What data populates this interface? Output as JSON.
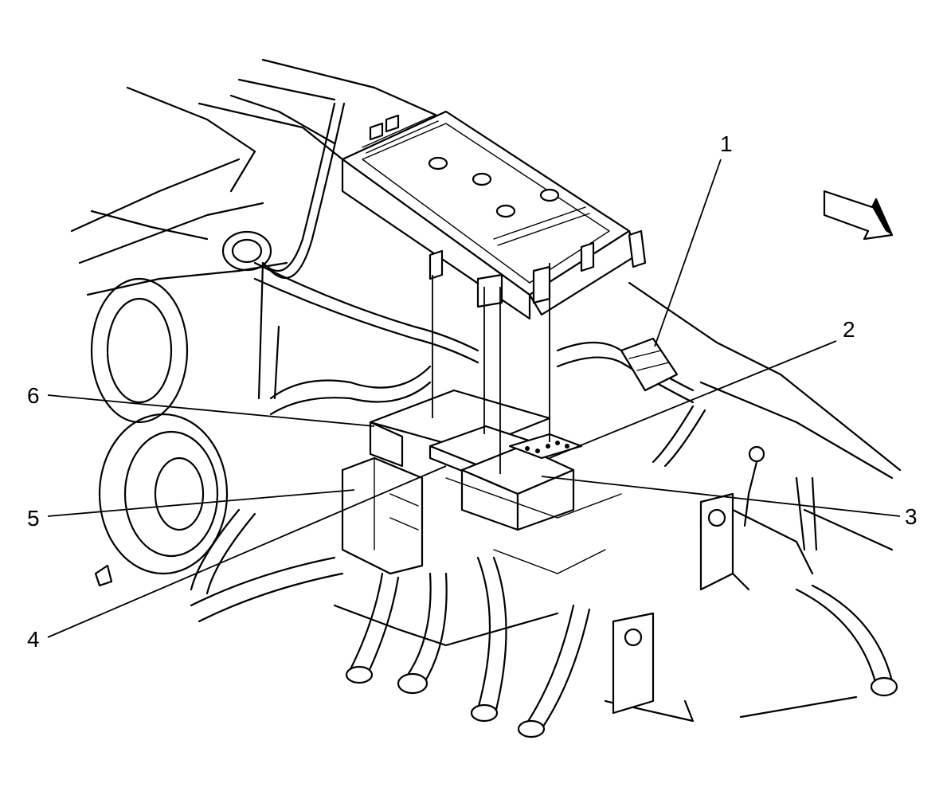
{
  "figure": {
    "callouts": [
      {
        "id": "1",
        "label": "1"
      },
      {
        "id": "2",
        "label": "2"
      },
      {
        "id": "3",
        "label": "3"
      },
      {
        "id": "4",
        "label": "4"
      },
      {
        "id": "5",
        "label": "5"
      },
      {
        "id": "6",
        "label": "6"
      }
    ],
    "icons": [
      "direction-arrow-icon"
    ]
  }
}
